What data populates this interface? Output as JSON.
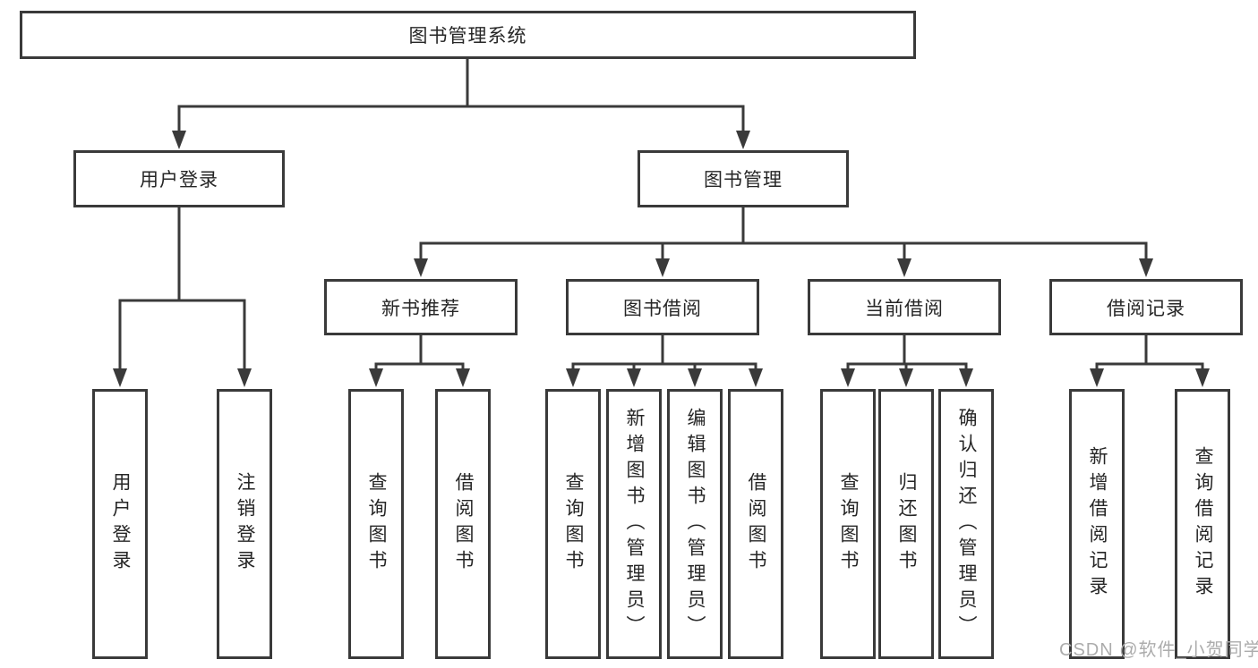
{
  "tree": {
    "label": "图书管理系统",
    "children": [
      {
        "label": "用户登录",
        "children": [
          {
            "label": "用户登录"
          },
          {
            "label": "注销登录"
          }
        ]
      },
      {
        "label": "图书管理",
        "children": [
          {
            "label": "新书推荐",
            "children": [
              {
                "label": "查询图书"
              },
              {
                "label": "借阅图书"
              }
            ]
          },
          {
            "label": "图书借阅",
            "children": [
              {
                "label": "查询图书"
              },
              {
                "label": "新增图书（管理员）"
              },
              {
                "label": "编辑图书（管理员）"
              },
              {
                "label": "借阅图书"
              }
            ]
          },
          {
            "label": "当前借阅",
            "children": [
              {
                "label": "查询图书"
              },
              {
                "label": "归还图书"
              },
              {
                "label": "确认归还（管理员）"
              }
            ]
          },
          {
            "label": "借阅记录",
            "children": [
              {
                "label": "新增借阅记录"
              },
              {
                "label": "查询借阅记录"
              }
            ]
          }
        ]
      }
    ]
  },
  "watermark": "CSDN @软件_小贺同学",
  "colors": {
    "line": "#3a3a3a",
    "text": "#262626",
    "watermark": "#acacac",
    "background": "#ffffff"
  }
}
